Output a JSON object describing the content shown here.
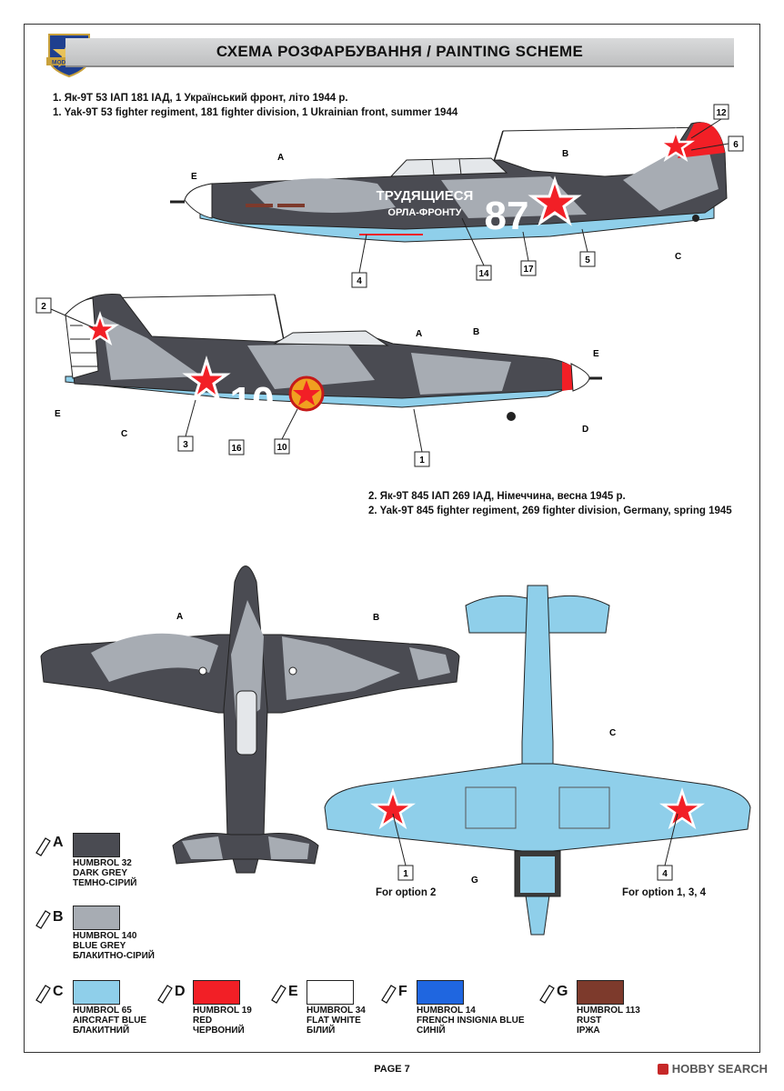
{
  "header": {
    "title": "СХЕМА РОЗФАРБУВАННЯ  / PAINTING  SCHEME",
    "logo_text": "MODELSVIT"
  },
  "captions": {
    "option1_ua": "1. Як-9Т 53 ІАП 181 ІАД, 1 Український фронт, літо 1944 р.",
    "option1_en": "1. Yak-9T 53 fighter regiment,  181 fighter division, 1 Ukrainian front,  summer 1944",
    "option2_ua": "2. Як-9Т 845 ІАП 269 ІАД, Німеччина, весна 1945 р.",
    "option2_en": "2. Yak-9T 845 fighter regiment, 269 fighter division, Germany, spring 1945"
  },
  "aircraft1": {
    "slogan_line1": "ТРУДЯЩИЕСЯ",
    "slogan_line2": "ОРЛА-ФРОНТУ",
    "number": "87"
  },
  "aircraft2": {
    "number": "10"
  },
  "callouts": {
    "c1": "1",
    "c2": "2",
    "c3": "3",
    "c4": "4",
    "c5": "5",
    "c6": "6",
    "c10": "10",
    "c12": "12",
    "c14": "14",
    "c16": "16",
    "c17": "17",
    "a": "A",
    "b": "B",
    "c": "C",
    "d": "D",
    "e": "E",
    "g": "G"
  },
  "options": {
    "left": "For option 2",
    "right": "For option 1, 3, 4"
  },
  "swatches": [
    {
      "letter": "A",
      "line1": "HUMBROL 32",
      "line2": "DARK GREY",
      "line3": "ТЕМНО-СІРИЙ",
      "color": "#4a4b52"
    },
    {
      "letter": "B",
      "line1": "HUMBROL 140",
      "line2": "BLUE GREY",
      "line3": "БЛАКИТНО-СІРИЙ",
      "color": "#a7acb3"
    },
    {
      "letter": "C",
      "line1": "HUMBROL 65",
      "line2": "AIRCRAFT BLUE",
      "line3": "БЛАКИТНИЙ",
      "color": "#8fcfea"
    },
    {
      "letter": "D",
      "line1": "HUMBROL 19",
      "line2": "RED",
      "line3": "ЧЕРВОНИЙ",
      "color": "#f21f26"
    },
    {
      "letter": "E",
      "line1": "HUMBROL 34",
      "line2": "FLAT WHITE",
      "line3": "БІЛИЙ",
      "color": "#ffffff"
    },
    {
      "letter": "F",
      "line1": "HUMBROL 14",
      "line2": "FRENCH INSIGNIA BLUE",
      "line3": "СИНІЙ",
      "color": "#1f66e0"
    },
    {
      "letter": "G",
      "line1": "HUMBROL 113",
      "line2": "RUST",
      "line3": "ІРЖА",
      "color": "#7d3a2c"
    }
  ],
  "footer": {
    "page": "PAGE 7",
    "watermark": "HOBBY SEARCH"
  },
  "colors": {
    "dark_grey": "#4a4b52",
    "blue_grey": "#a7acb3",
    "aircraft_blue": "#8fcfea",
    "red": "#f21f26"
  }
}
